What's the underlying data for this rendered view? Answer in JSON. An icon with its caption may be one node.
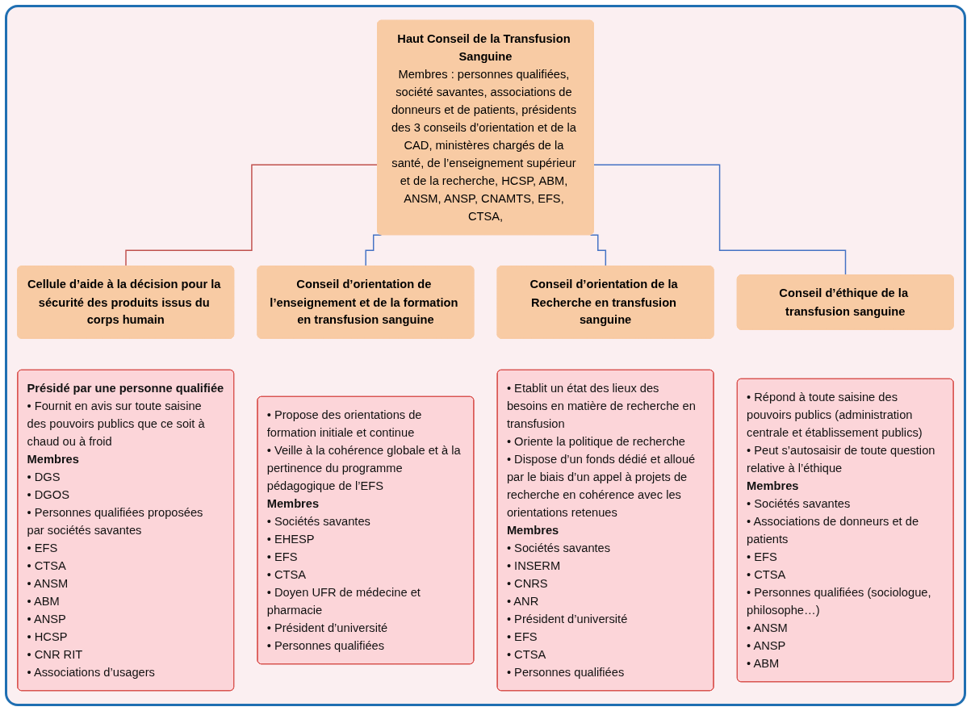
{
  "diagram": {
    "nodes": [
      {
        "text": [
          "Haut Conseil de la Transfusion Sanguine",
          "Membres : personnes qualifiées, société savantes, associations de donneurs et de patients, présidents des 3 conseils d’orientation et de la CAD, ministères chargés de la santé, de l’enseignement supérieur et de la recherche, HCSP, ABM, ANSM, ANSP, CNAMTS, EFS, CTSA,"
        ]
      },
      {
        "text": [
          "Cellule d’aide à la décision pour la sécurité des produits issus du corps humain"
        ]
      },
      {
        "text": [
          "Conseil d’orientation de l’enseignement et de la formation en transfusion sanguine"
        ]
      },
      {
        "text": [
          "Conseil d’orientation de la Recherche en transfusion sanguine"
        ]
      },
      {
        "text": [
          "Conseil d’éthique de la transfusion sanguine"
        ]
      },
      {
        "text": [
          "Présidé par une personne qualifiée",
          "• Fournit en avis sur toute saisine des pouvoirs publics que ce soit à chaud ou à froid",
          "Membres",
          "• DGS",
          "• DGOS",
          "• Personnes qualifiées proposées par sociétés savantes",
          "• EFS",
          "• CTSA",
          "• ANSM",
          "• ABM",
          "• ANSP",
          "• HCSP",
          "• CNR RIT",
          "• Associations d’usagers"
        ]
      },
      {
        "text": [
          "• Propose des orientations de formation initiale et continue",
          "• Veille à la cohérence globale et à la pertinence du programme pédagogique de l’EFS",
          "Membres",
          "• Sociétés savantes",
          "• EHESP",
          "• EFS",
          "• CTSA",
          "• Doyen UFR de médecine et pharmacie",
          "• Président d’université",
          "• Personnes qualifiées"
        ]
      },
      {
        "text": [
          "• Etablit un état des lieux des besoins en matière de recherche en transfusion",
          "• Oriente la politique de recherche",
          "• Dispose d’un fonds dédié et alloué par le biais d’un appel à projets de recherche en cohérence avec les orientations retenues",
          "Membres",
          "• Sociétés savantes",
          "• INSERM",
          "• CNRS",
          "• ANR",
          "• Président d’université",
          "• EFS",
          "• CTSA",
          "• Personnes qualifiées"
        ]
      },
      {
        "text": [
          "• Répond à toute saisine des pouvoirs publics (administration centrale et établissement publics)",
          "• Peut s’autosaisir de toute question relative à l’éthique",
          "Membres",
          "• Sociétés savantes",
          "• Associations de donneurs et de patients",
          "• EFS",
          "• CTSA",
          "• Personnes qualifiées (sociologue, philosophe…)",
          "• ANSM",
          "• ANSP",
          "• ABM"
        ]
      }
    ],
    "edges": [
      {
        "from": 0,
        "to": 1,
        "arrow": "none",
        "color": "#c0504d"
      },
      {
        "from": 0,
        "to": 2,
        "arrow": "none"
      },
      {
        "from": 0,
        "to": 3,
        "arrow": "none"
      },
      {
        "from": 0,
        "to": 4,
        "arrow": "none"
      }
    ]
  }
}
